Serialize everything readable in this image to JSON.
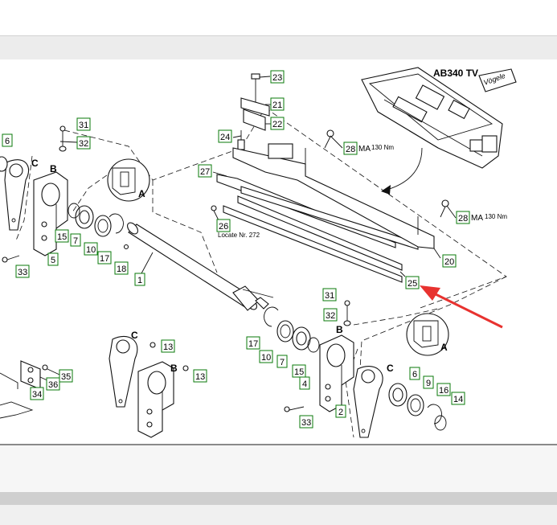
{
  "model": "AB340 TV",
  "brand": "Vögele",
  "locate_note": "Locate Nr. 272",
  "detail_letters": [
    "A",
    "B",
    "C"
  ],
  "callouts": {
    "p1": "1",
    "p2": "2",
    "p4": "4",
    "p5": "5",
    "p6a": "6",
    "p6b": "6",
    "p7a": "7",
    "p7b": "7",
    "p9": "9",
    "p10a": "10",
    "p10b": "10",
    "p13a": "13",
    "p13b": "13",
    "p14": "14",
    "p15a": "15",
    "p15b": "15",
    "p16": "16",
    "p17a": "17",
    "p17b": "17",
    "p18": "18",
    "p20": "20",
    "p21": "21",
    "p22": "22",
    "p23": "23",
    "p24": "24",
    "p25": "25",
    "p26": "26",
    "p27": "27",
    "p28a": "28",
    "p28b": "28",
    "p31a": "31",
    "p31b": "31",
    "p32a": "32",
    "p32b": "32",
    "p33a": "33",
    "p33b": "33",
    "p34": "34",
    "p35": "35",
    "p36": "36"
  },
  "torque": {
    "t1": {
      "subscript": "MA",
      "value": "130 Nm"
    },
    "t2": {
      "subscript": "MA",
      "value": "130 Nm"
    }
  },
  "colors": {
    "callout_border": "#0a7a0a",
    "pointer_arrow": "#e8322f"
  }
}
